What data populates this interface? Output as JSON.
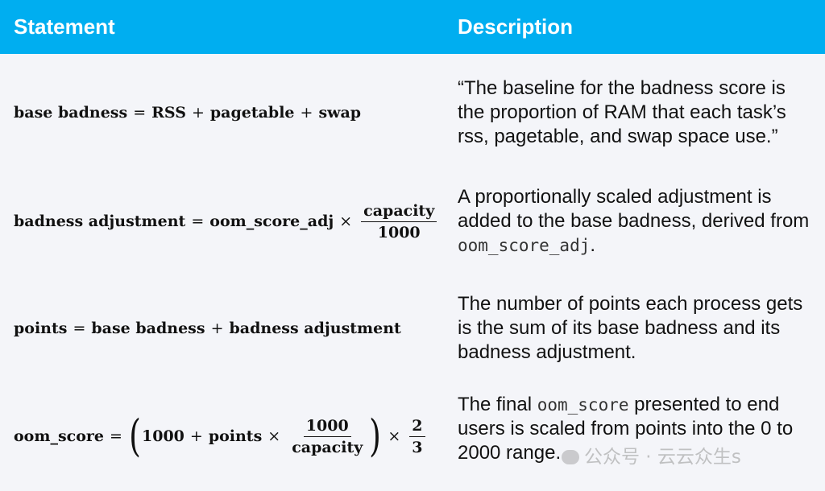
{
  "header": {
    "statement": "Statement",
    "description": "Description"
  },
  "rows": [
    {
      "formula": {
        "lhs": "base badness",
        "eq": "=",
        "t1": "RSS",
        "op1": "+",
        "t2": "pagetable",
        "op2": "+",
        "t3": "swap"
      },
      "description": "“The baseline for the badness score is the proportion of RAM that each task’s rss, pagetable, and swap space use.”"
    },
    {
      "formula": {
        "lhs": "badness adjustment",
        "eq": "=",
        "t1": "oom_score_adj",
        "op1": "×",
        "num": "capacity",
        "den": "1000"
      },
      "description_pre": "A proportionally scaled adjustment is added to the base badness, derived from ",
      "description_code": "oom_score_adj",
      "description_post": "."
    },
    {
      "formula": {
        "lhs": "points",
        "eq": "=",
        "t1": "base badness",
        "op1": "+",
        "t2": "badness adjustment"
      },
      "description": "The number of points each process gets is the sum of its base badness and its badness adjustment."
    },
    {
      "formula": {
        "lhs": "oom_score",
        "eq": "=",
        "lparen": "(",
        "t1": "1000",
        "op1": "+",
        "t2": "points",
        "op2": "×",
        "num": "1000",
        "den": "capacity",
        "rparen": ")",
        "op3": "×",
        "num2": "2",
        "den2": "3"
      },
      "description_pre": "The final ",
      "description_code": "oom_score",
      "description_post": " presented to end users is scaled from points into the 0 to 2000 range."
    }
  ],
  "watermark": {
    "text": "公众号 · 云云众生s"
  }
}
